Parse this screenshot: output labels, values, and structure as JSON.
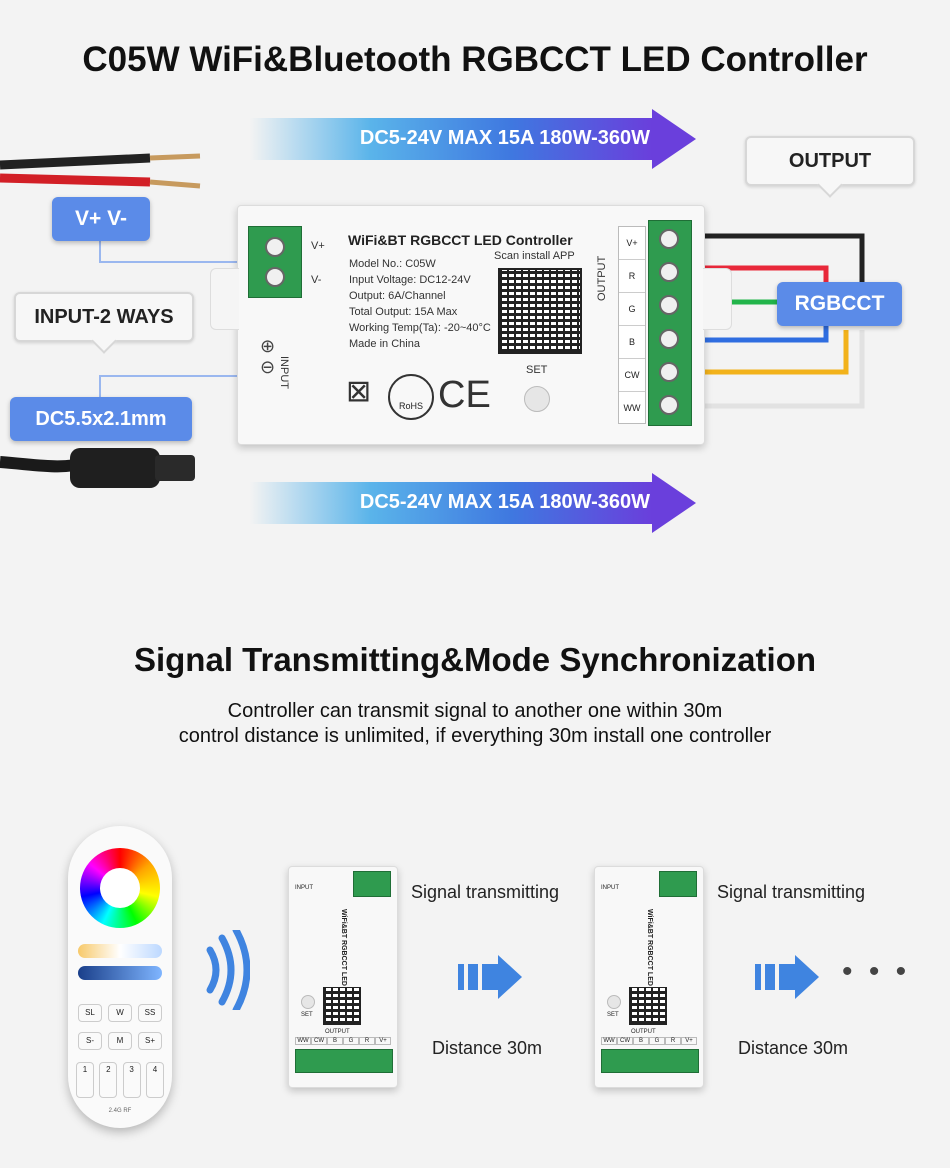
{
  "header": {
    "title": "C05W WiFi&Bluetooth RGBCCT LED Controller"
  },
  "top_arrow": {
    "label": "DC5-24V MAX 15A 180W-360W"
  },
  "bottom_arrow": {
    "label": "DC5-24V MAX 15A 180W-360W"
  },
  "labels": {
    "output": "OUTPUT",
    "vplus_vminus": "V+ V-",
    "input_2_ways": "INPUT-2 WAYS",
    "dc_jack": "DC5.5x2.1mm",
    "rgbcct": "RGBCCT"
  },
  "controller": {
    "title": "WiFi&BT RGBCCT LED Controller",
    "specs": [
      "Model No.: C05W",
      "Input Voltage: DC12-24V",
      "Output: 6A/Channel",
      "Total Output: 15A Max",
      "Working Temp(Ta): -20~40°C",
      "Made in China"
    ],
    "scan": "Scan install APP",
    "set": "SET",
    "input_terminals": [
      "V+",
      "V-"
    ],
    "input_label": "INPUT",
    "output_label": "OUTPUT",
    "output_channels": [
      "V+",
      "R",
      "G",
      "B",
      "CW",
      "WW"
    ],
    "rohs": "RoHS",
    "ce": "CE"
  },
  "wire_colors": {
    "v_plus": "#222222",
    "r": "#e8283a",
    "g": "#22b44a",
    "b": "#2f6de0",
    "cw": "#f2b21b",
    "ww": "#f4f4f4"
  },
  "section2": {
    "title": "Signal Transmitting&Mode Synchronization",
    "description_line1": "Controller can transmit signal to another one within 30m",
    "description_line2": "control distance is unlimited, if everything 30m install one controller",
    "signal_label_1": "Signal transmitting",
    "distance_label_1": "Distance 30m",
    "signal_label_2": "Signal transmitting",
    "distance_label_2": "Distance 30m",
    "ellipsis": "• • •"
  },
  "remote": {
    "buttons_row1": [
      "SL",
      "W",
      "SS"
    ],
    "buttons_row2": [
      "S-",
      "M",
      "S+"
    ],
    "zones": [
      "1",
      "2",
      "3",
      "4"
    ],
    "brand": "2.4G RF"
  },
  "mini_controller": {
    "title": "WiFi&BT RGBCCT LED Controller",
    "output_label": "OUTPUT",
    "channels": [
      "WW",
      "CW",
      "B",
      "G",
      "R",
      "V+"
    ],
    "set": "SET",
    "input": "INPUT"
  }
}
